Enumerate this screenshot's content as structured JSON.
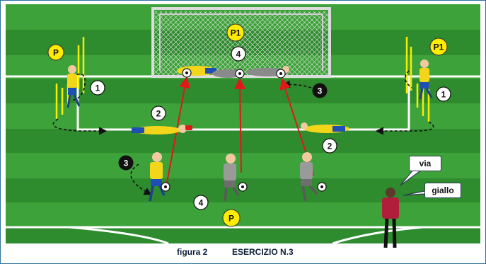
{
  "figure": {
    "caption_figure": "figura 2",
    "caption_exercise": "ESERCIZIO N.3"
  },
  "callouts": {
    "via": "via",
    "giallo": "giallo"
  },
  "role_badges": {
    "p_left": "P",
    "p1_goal": "P1",
    "p1_right": "P1",
    "p_bottom": "P"
  },
  "step_markers": {
    "s1_left": "1",
    "s1_right": "1",
    "s2_left": "2",
    "s2_right": "2",
    "s3_left": "3",
    "s3_right": "3",
    "s4_goal": "4",
    "s4_bottom": "4"
  },
  "colors": {
    "field_dark": "#2e8b2e",
    "field_light": "#3ea23a",
    "line": "#ffffff",
    "badge_yellow": "#ffec00",
    "shot_arrow": "#e01818",
    "player_yellow": "#f3d51a",
    "player_blue": "#1f4fb4",
    "player_gray": "#8a8a8a",
    "coach_shirt": "#b01e3c",
    "frame": "#2f6f9e"
  },
  "icons": [
    "soccer-ball-icon",
    "cone-pole-icon",
    "goal-net-icon"
  ]
}
